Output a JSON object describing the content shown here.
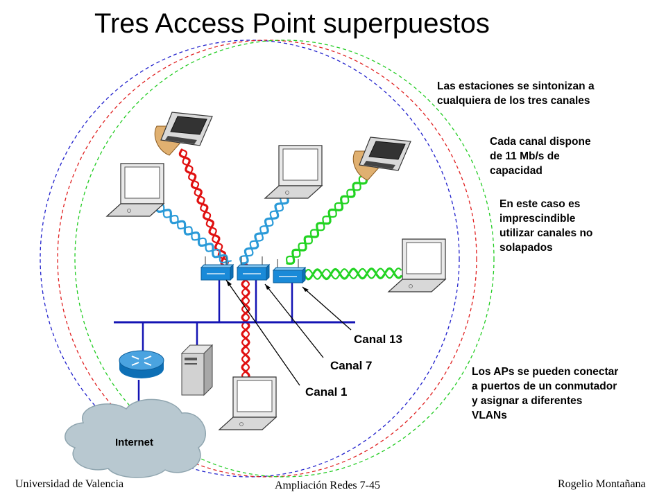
{
  "title": "Tres Access Point superpuestos",
  "notes": {
    "stations": [
      "Las estaciones se sintonizan a",
      "cualquiera de los tres canales"
    ],
    "capacity": [
      "Cada canal dispone",
      "de 11 Mb/s de",
      "capacidad"
    ],
    "nonoverlap": [
      "En este caso es",
      "imprescindible",
      "utilizar canales no",
      "solapados"
    ],
    "vlan": [
      "Los APs se pueden conectar",
      "a puertos de un conmutador",
      "y asignar a diferentes",
      "VLANs"
    ]
  },
  "channels": {
    "c1": "Canal 1",
    "c7": "Canal 7",
    "c13": "Canal 13"
  },
  "internet_label": "Internet",
  "footer": {
    "left": "Universidad de Valencia",
    "center": "Ampliación Redes 7-45",
    "right": "Rogelio Montañana"
  },
  "colors": {
    "canal1": "#e01010",
    "canal7": "#2a9ad8",
    "canal13": "#22d322",
    "circle1": "#2020cc",
    "circle7": "#e02020",
    "circle13": "#22cc22",
    "lan": "#1414b4",
    "ap": "#1a8ad8"
  }
}
